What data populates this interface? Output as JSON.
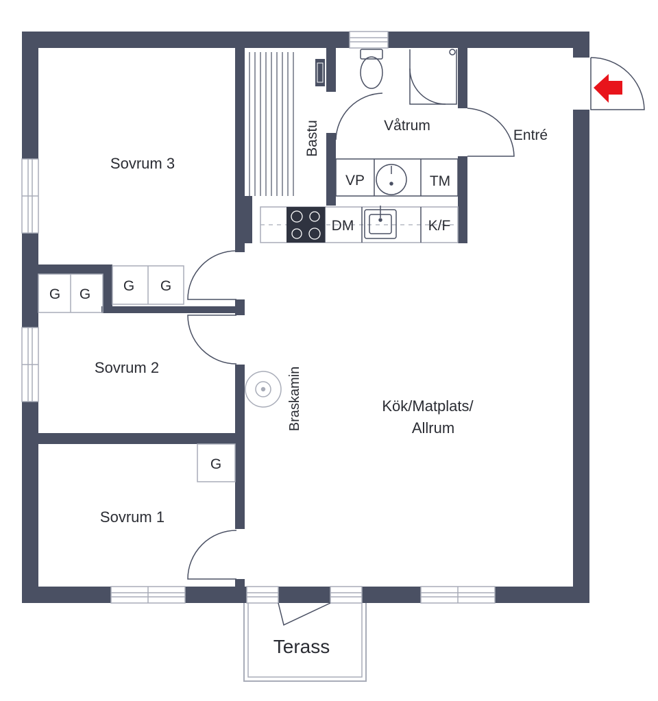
{
  "plan": {
    "colors": {
      "wall": "#4a5063",
      "line": "#4a5063",
      "light_line": "#a8acb8",
      "window": "#c9ccd3",
      "entry_arrow": "#e8141b",
      "background": "#ffffff"
    },
    "rooms": {
      "sovrum3": "Sovrum 3",
      "sovrum2": "Sovrum 2",
      "sovrum1": "Sovrum 1",
      "bastu": "Bastu",
      "vatrum": "Våtrum",
      "entre": "Entré",
      "kok_line1": "Kök/Matplats/",
      "kok_line2": "Allrum",
      "braskamin": "Braskamin",
      "terass": "Terass"
    },
    "fixtures": {
      "vp": "VP",
      "tm": "TM",
      "dm": "DM",
      "kf": "K/F",
      "g": "G"
    },
    "icons": {
      "entry": "entry-arrow-icon",
      "toilet": "toilet-icon",
      "sink": "sink-icon",
      "stove": "stove-icon",
      "kitchen_sink": "kitchen-sink-icon",
      "fireplace": "fireplace-icon",
      "sauna_heater": "sauna-heater-icon"
    }
  }
}
